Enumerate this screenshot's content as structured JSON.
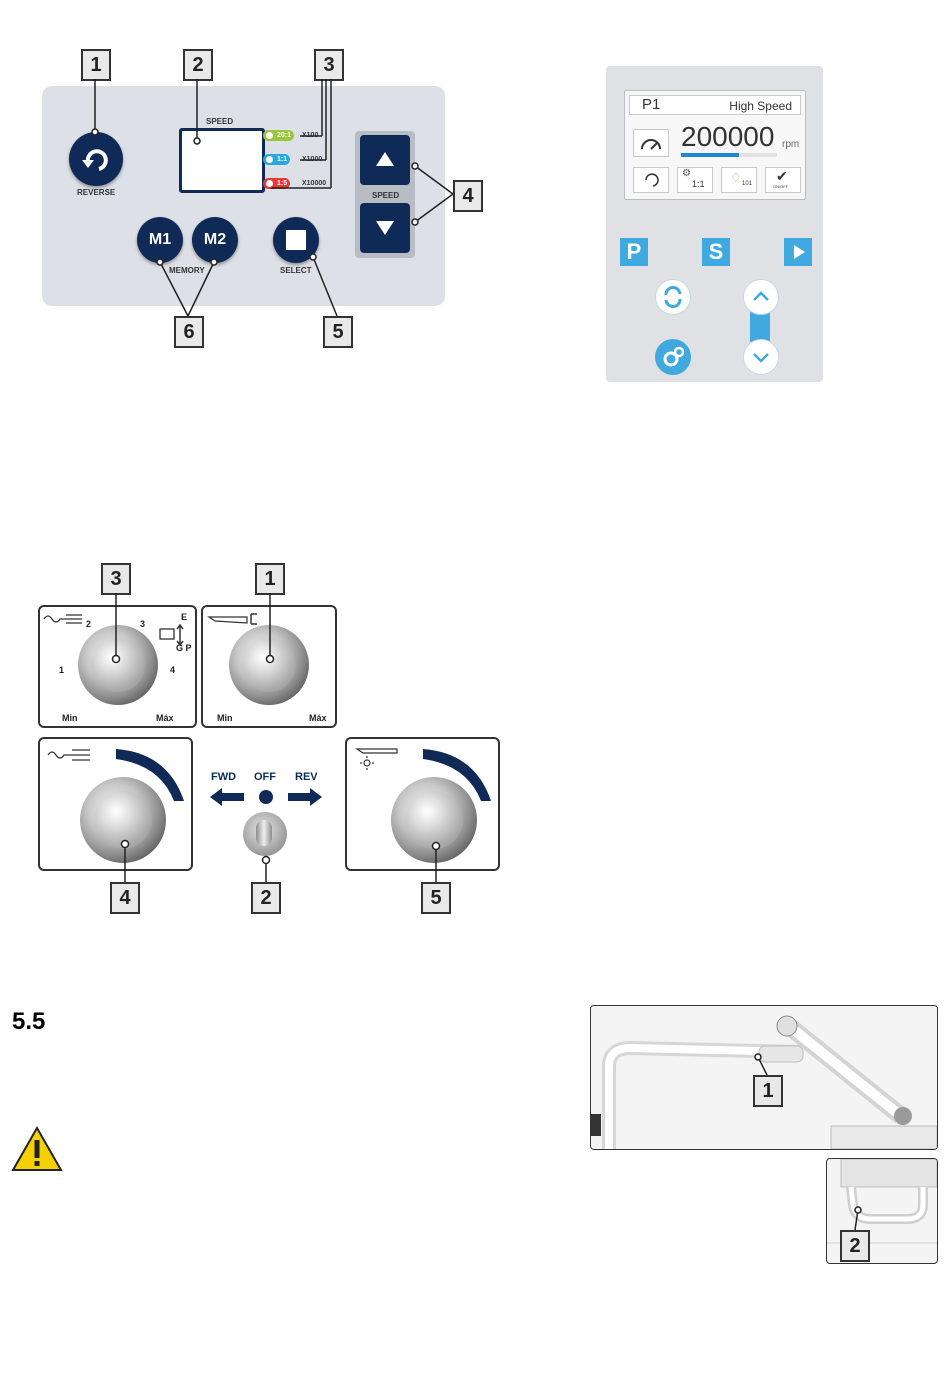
{
  "callouts": {
    "c1": "1",
    "c2": "2",
    "c3": "3",
    "c4": "4",
    "c5": "5",
    "c6": "6"
  },
  "control_panel": {
    "reverse_label": "REVERSE",
    "speed_label": "SPEED",
    "ratios": [
      {
        "ratio": "20:1",
        "multiplier": "X100",
        "color": "#9bc53d"
      },
      {
        "ratio": "1:1",
        "multiplier": "X1000",
        "color": "#29a8e0"
      },
      {
        "ratio": "1:5",
        "multiplier": "X10000",
        "color": "#e53935"
      }
    ],
    "speed_buttons_label": "SPEED",
    "m1": "M1",
    "m2": "M2",
    "memory_label": "MEMORY",
    "select_label": "SELECT"
  },
  "display_panel": {
    "program": "P1",
    "mode": "High Speed",
    "speed_value": "200000",
    "speed_unit": "rpm",
    "speed_fill": 0.6,
    "ratio": "1:1",
    "light_level": "101",
    "onoff_label": "ON/OFF",
    "btn_p": "P",
    "btn_s": "S",
    "accent_color": "#3fa9e0"
  },
  "dials": {
    "dial3": {
      "pos2": "2",
      "pos3": "3",
      "pos1": "1",
      "pos4": "4",
      "e": "E",
      "gp": "G P",
      "min": "Min",
      "max": "Máx"
    },
    "dial1": {
      "min": "Min",
      "max": "Máx"
    },
    "switch": {
      "fwd": "FWD",
      "off": "OFF",
      "rev": "REV"
    }
  },
  "section": {
    "number": "5.5"
  }
}
